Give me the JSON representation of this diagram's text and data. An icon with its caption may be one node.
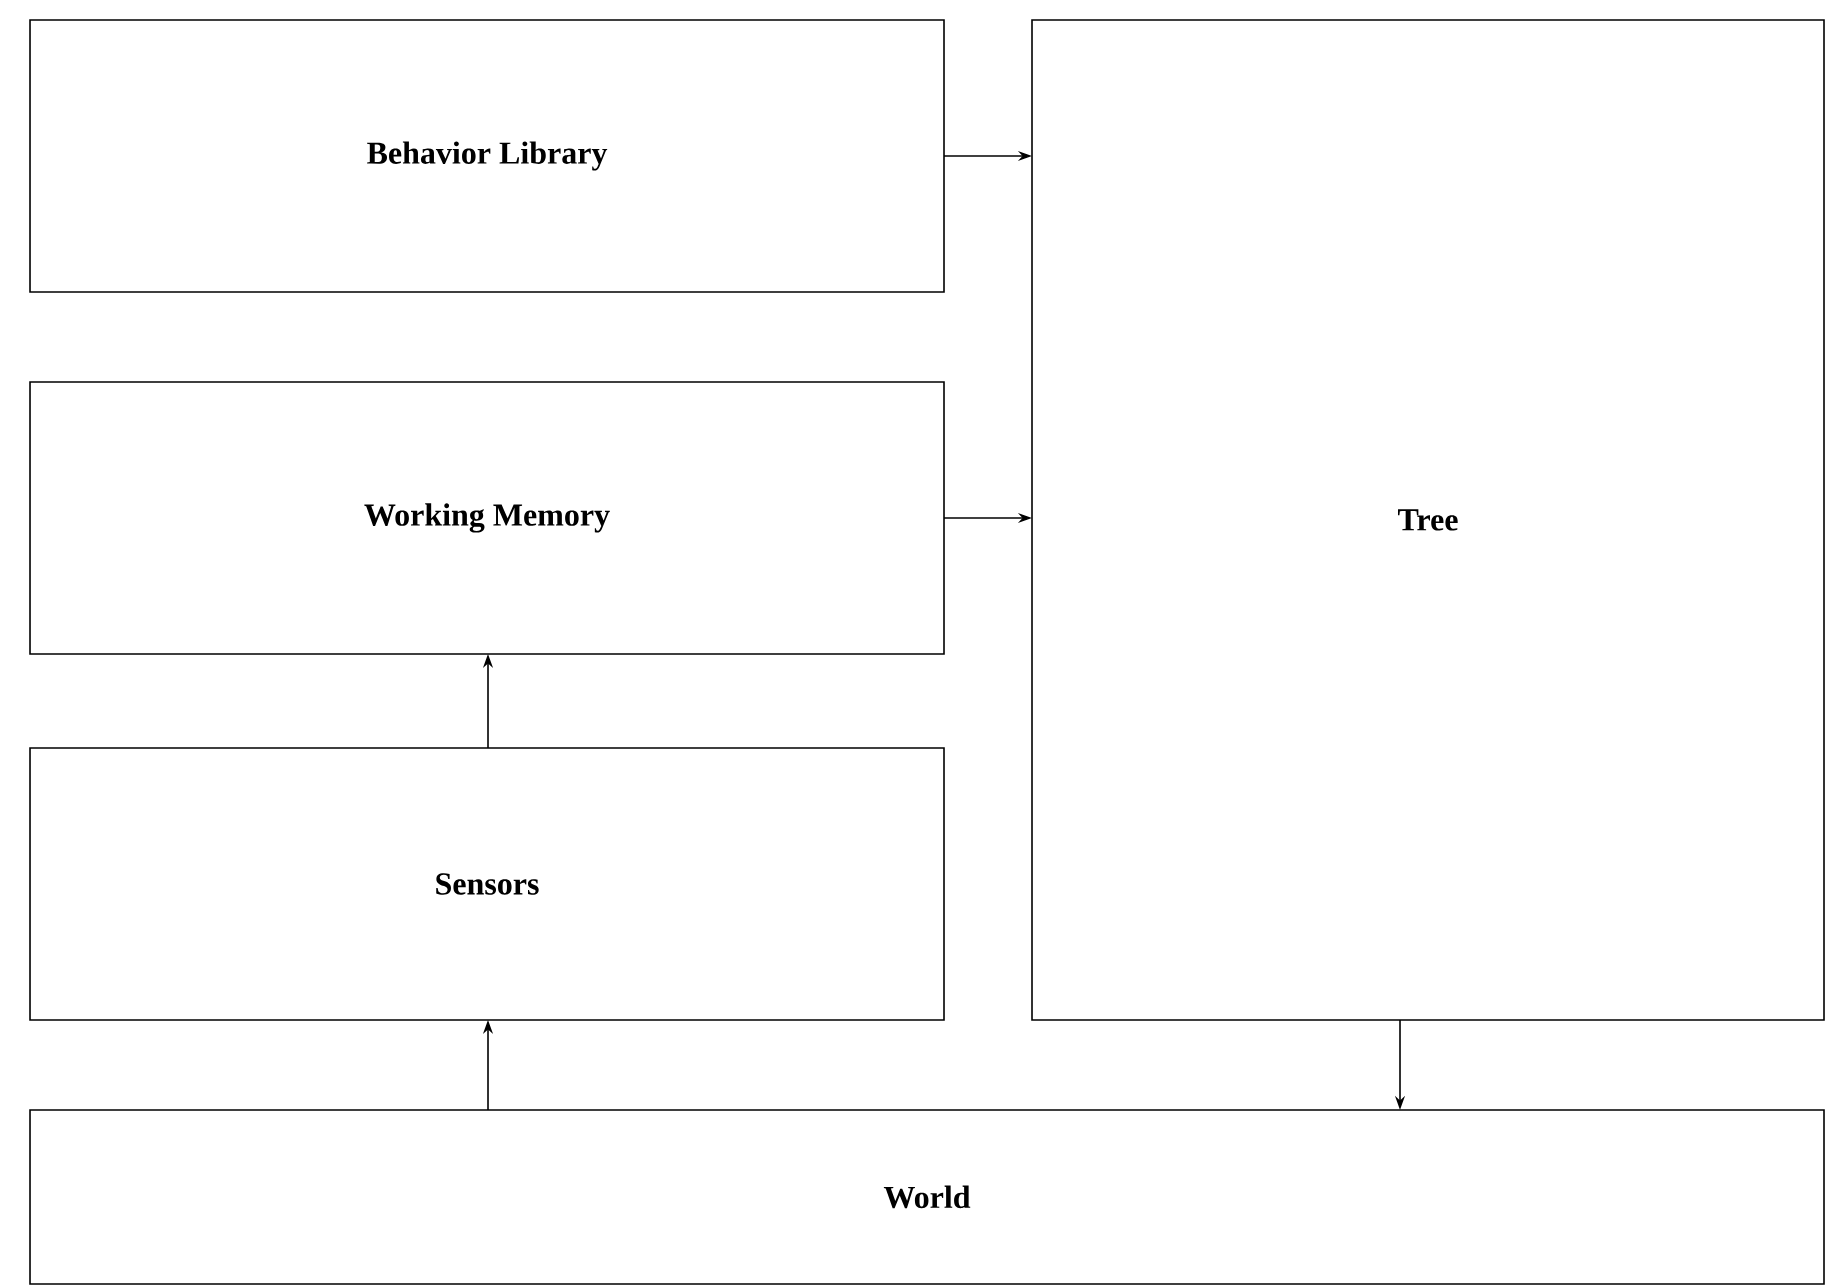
{
  "diagram": {
    "nodes": [
      {
        "text": [
          "Behavior Library"
        ]
      },
      {
        "text": [
          "Working Memory"
        ]
      },
      {
        "text": [
          "Sensors"
        ]
      },
      {
        "text": [
          "Tree"
        ]
      },
      {
        "text": [
          "World"
        ]
      }
    ],
    "edges": [
      {
        "from": 0,
        "to": 3,
        "arrow": "to"
      },
      {
        "from": 1,
        "to": 3,
        "arrow": "to"
      },
      {
        "from": 2,
        "to": 1,
        "arrow": "to"
      },
      {
        "from": 4,
        "to": 2,
        "arrow": "to"
      },
      {
        "from": 3,
        "to": 4,
        "arrow": "to"
      }
    ]
  }
}
